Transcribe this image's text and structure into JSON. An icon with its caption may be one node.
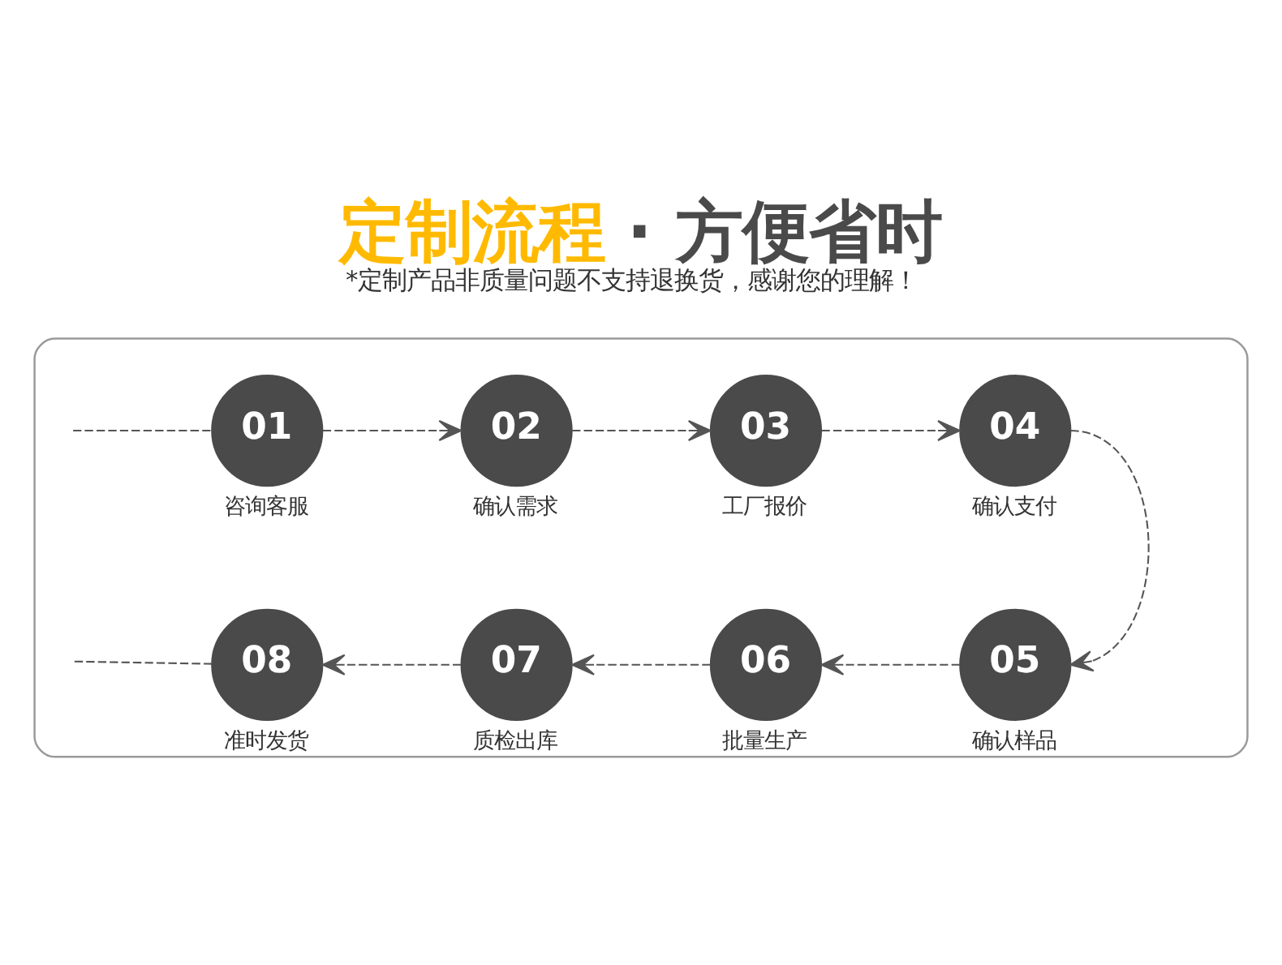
{
  "diagram": {
    "title": "定制流程 · 方便省时",
    "caption": "*定制产品非质量问题不支持退换货，感谢您的理解！",
    "nodes": [
      {
        "text": [],
        "shape": "box"
      },
      {
        "text": [
          "01"
        ],
        "beside": [
          "咨询客服"
        ],
        "in": 0
      },
      {
        "text": [
          "02"
        ],
        "beside": [
          "确认需求"
        ],
        "in": 0
      },
      {
        "text": [
          "03"
        ],
        "beside": [
          "工厂报价"
        ],
        "in": 0
      },
      {
        "text": [
          "04"
        ],
        "beside": [
          "确认支付"
        ],
        "in": 0
      },
      {
        "text": [
          "05"
        ],
        "beside": [
          "确认样品"
        ],
        "in": 0
      },
      {
        "text": [
          "06"
        ],
        "beside": [
          "批量生产"
        ],
        "in": 0
      },
      {
        "text": [
          "07"
        ],
        "beside": [
          "质检出库"
        ],
        "in": 0
      },
      {
        "text": [
          "08"
        ],
        "beside": [
          "准时发货"
        ],
        "in": 0
      }
    ],
    "edges": [
      {
        "from": null,
        "to": 1,
        "arrow": "none",
        "style": "dashed"
      },
      {
        "from": 1,
        "to": 2,
        "arrow": "to",
        "style": "dashed"
      },
      {
        "from": 2,
        "to": 3,
        "arrow": "to",
        "style": "dashed"
      },
      {
        "from": 3,
        "to": 4,
        "arrow": "to",
        "style": "dashed"
      },
      {
        "from": 4,
        "to": 5,
        "arrow": "to",
        "style": "dashed"
      },
      {
        "from": 5,
        "to": 6,
        "arrow": "to",
        "style": "dashed"
      },
      {
        "from": 6,
        "to": 7,
        "arrow": "to",
        "style": "dashed"
      },
      {
        "from": 7,
        "to": 8,
        "arrow": "to",
        "style": "dashed"
      },
      {
        "from": 8,
        "to": null,
        "arrow": "none",
        "style": "dashed"
      }
    ]
  }
}
